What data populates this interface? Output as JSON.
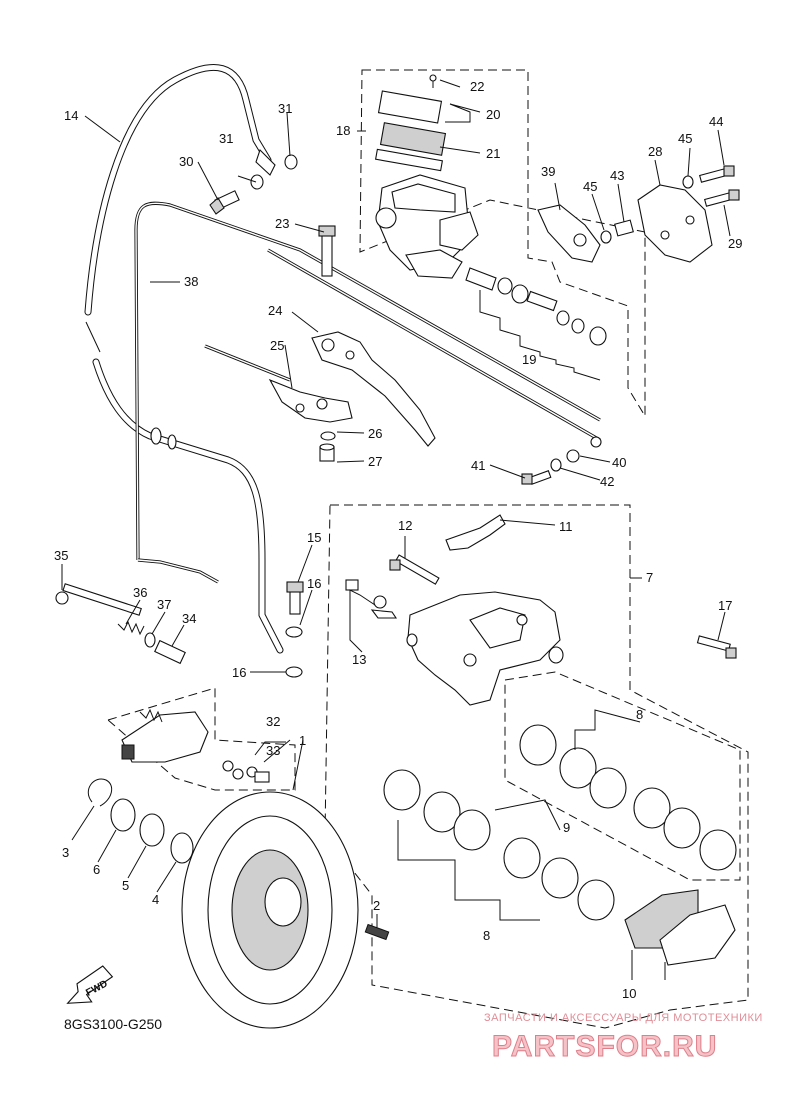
{
  "diagram": {
    "code": "8GS3100-G250",
    "fwd_label": "FWD",
    "callouts": [
      "1",
      "2",
      "3",
      "4",
      "5",
      "6",
      "7",
      "8",
      "8",
      "9",
      "10",
      "11",
      "12",
      "13",
      "14",
      "15",
      "16",
      "16",
      "17",
      "18",
      "19",
      "20",
      "21",
      "22",
      "23",
      "24",
      "25",
      "26",
      "27",
      "28",
      "29",
      "30",
      "31",
      "31",
      "32",
      "33",
      "34",
      "35",
      "36",
      "37",
      "38",
      "39",
      "40",
      "41",
      "42",
      "43",
      "44",
      "45",
      "45"
    ]
  },
  "watermark": {
    "subtitle": "ЗАПЧАСТИ И АКСЕССУАРЫ ДЛЯ МОТОТЕХНИКИ",
    "brand": "PARTSFOR.RU"
  }
}
